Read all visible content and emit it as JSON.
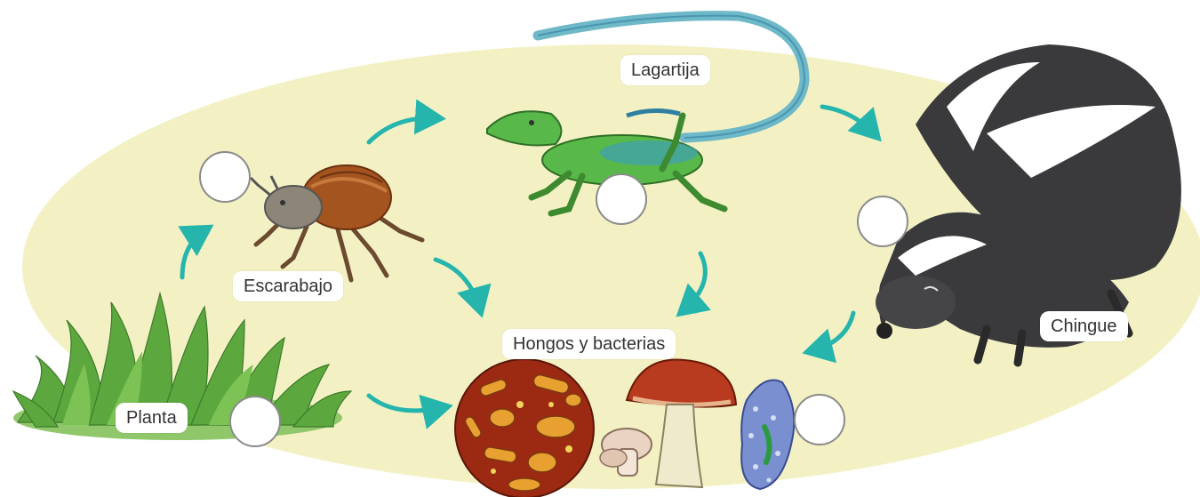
{
  "organisms": {
    "planta": "Planta",
    "escarabajo": "Escarabajo",
    "lagartija": "Lagartija",
    "chingue": "Chingue",
    "descomponedores": "Hongos y bacterias"
  },
  "colors": {
    "background_oval": "#f3f1c4",
    "arrow": "#26b5ad",
    "grass": "#5da83e",
    "beetle_shell": "#a3541f",
    "lizard": "#59b84a",
    "skunk": "#3a3a3c",
    "mushroom_cap": "#b83a1f",
    "bacteria_disc": "#9c2a12"
  }
}
